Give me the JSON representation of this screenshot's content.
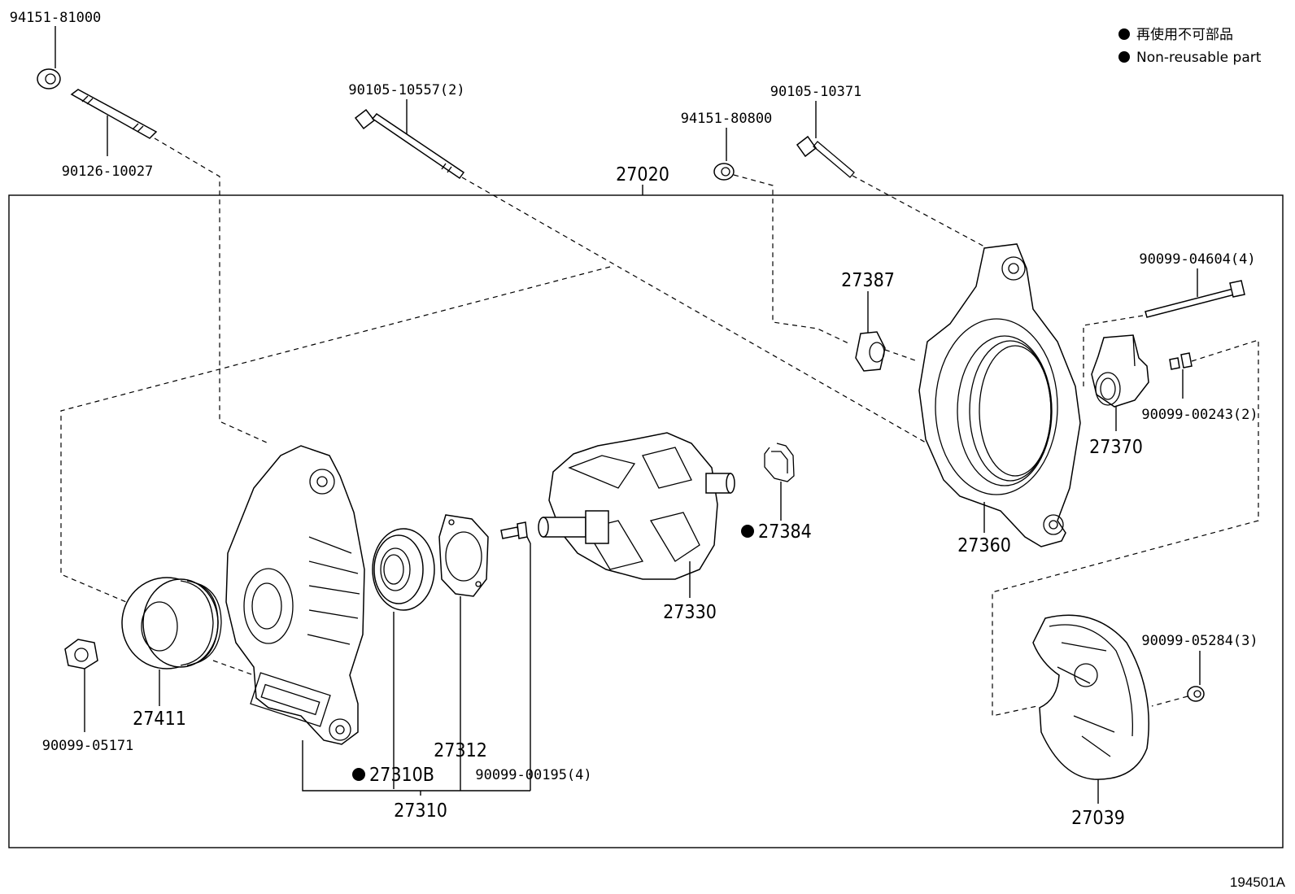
{
  "legend": {
    "line1": "再使用不可部品",
    "line2": "Non-reusable part"
  },
  "figure_code": "194501A",
  "assembly": "27020",
  "parts": {
    "p_9415181000": "94151-81000",
    "p_9012610027": "90126-10027",
    "p_9010510557": "90105-10557(2)",
    "p_9415180800": "94151-80800",
    "p_9010510371": "90105-10371",
    "p_27387": "27387",
    "p_9009904604": "90099-04604(4)",
    "p_9009900243": "90099-00243(2)",
    "p_27370": "27370",
    "p_27360": "27360",
    "p_27384": "27384",
    "p_27330": "27330",
    "p_9009905284": "90099-05284(3)",
    "p_27039": "27039",
    "p_27411": "27411",
    "p_9009905171": "90099-05171",
    "p_27310B": "27310B",
    "p_27312": "27312",
    "p_9009900195": "90099-00195(4)",
    "p_27310": "27310"
  }
}
